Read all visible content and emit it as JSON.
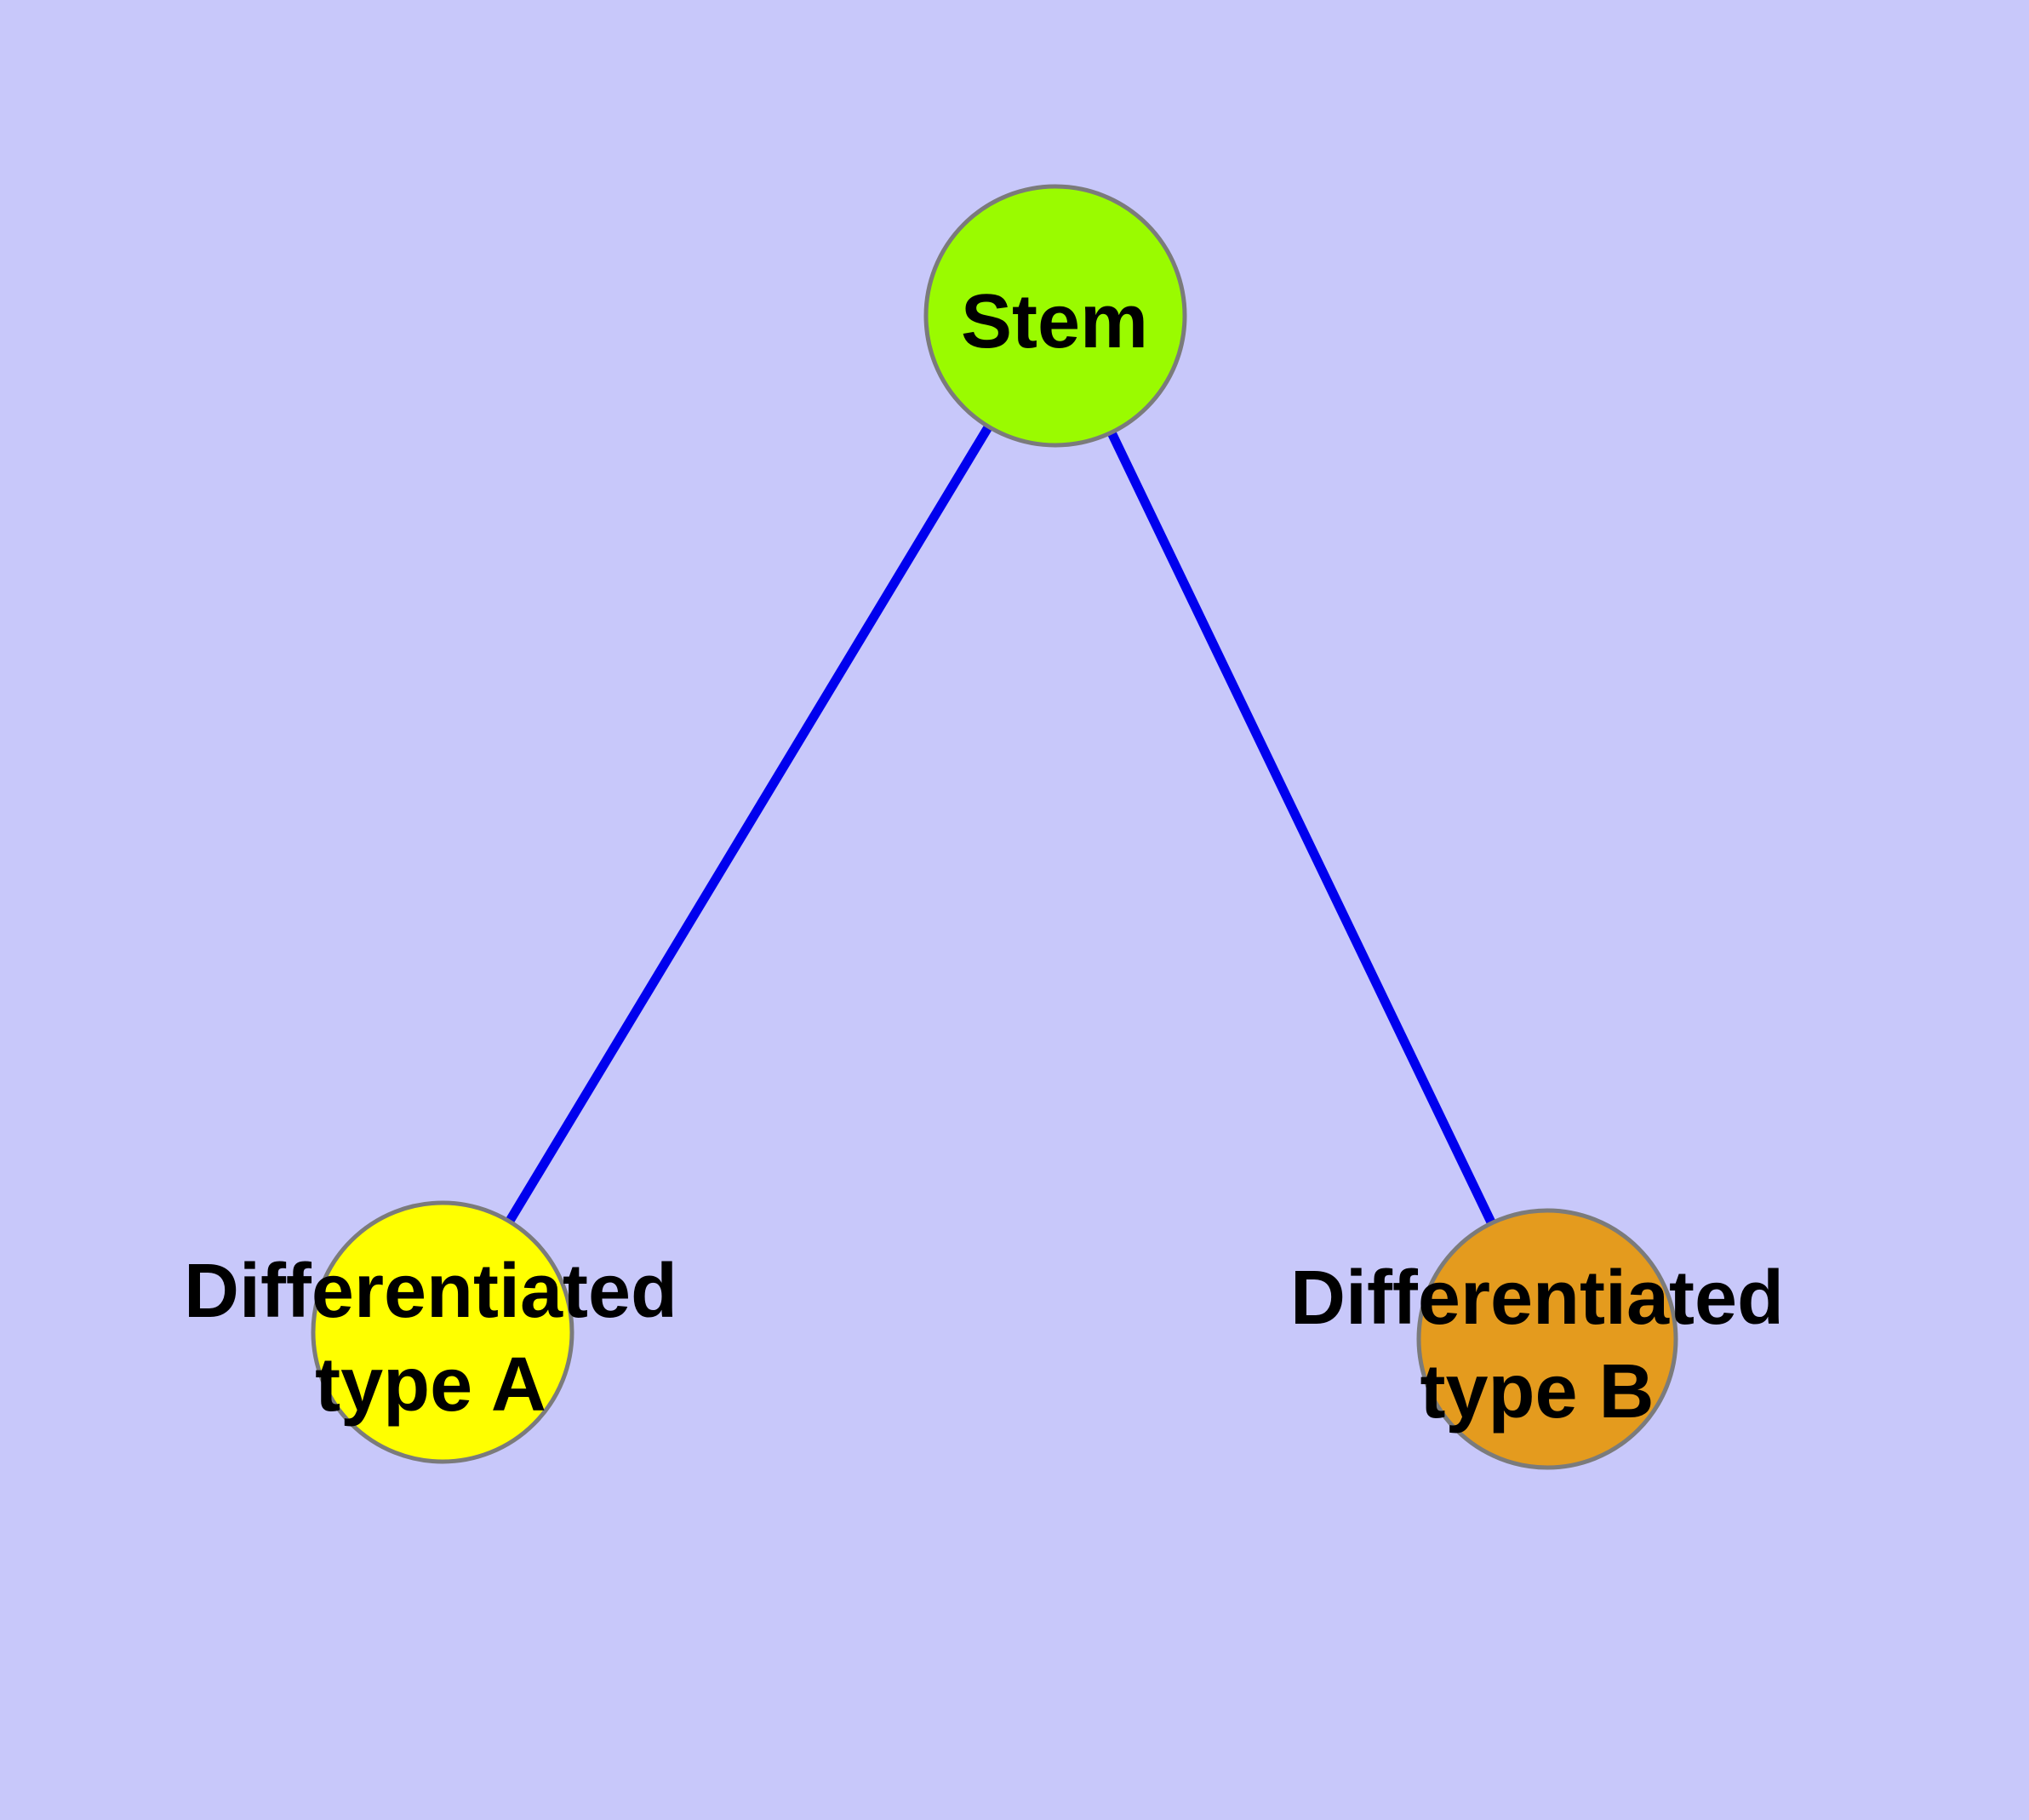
{
  "background_color": "#C8C8FA",
  "edge_color": "#0000EE",
  "node_border_color": "#7B7B7B",
  "label_color": "#000000",
  "nodes": {
    "stem": {
      "label": "Stem",
      "fill_color": "#9AFB00"
    },
    "differentiated_type_a": {
      "label_line1": "Differentiated",
      "label_line2": "type A",
      "fill_color": "#FFFF00"
    },
    "differentiated_type_b": {
      "label_line1": "Differentiated",
      "label_line2": "type B",
      "fill_color": "#E49B1E"
    }
  },
  "edges": [
    {
      "from": "Stem",
      "to": "Differentiated type A"
    },
    {
      "from": "Stem",
      "to": "Differentiated type B"
    }
  ]
}
